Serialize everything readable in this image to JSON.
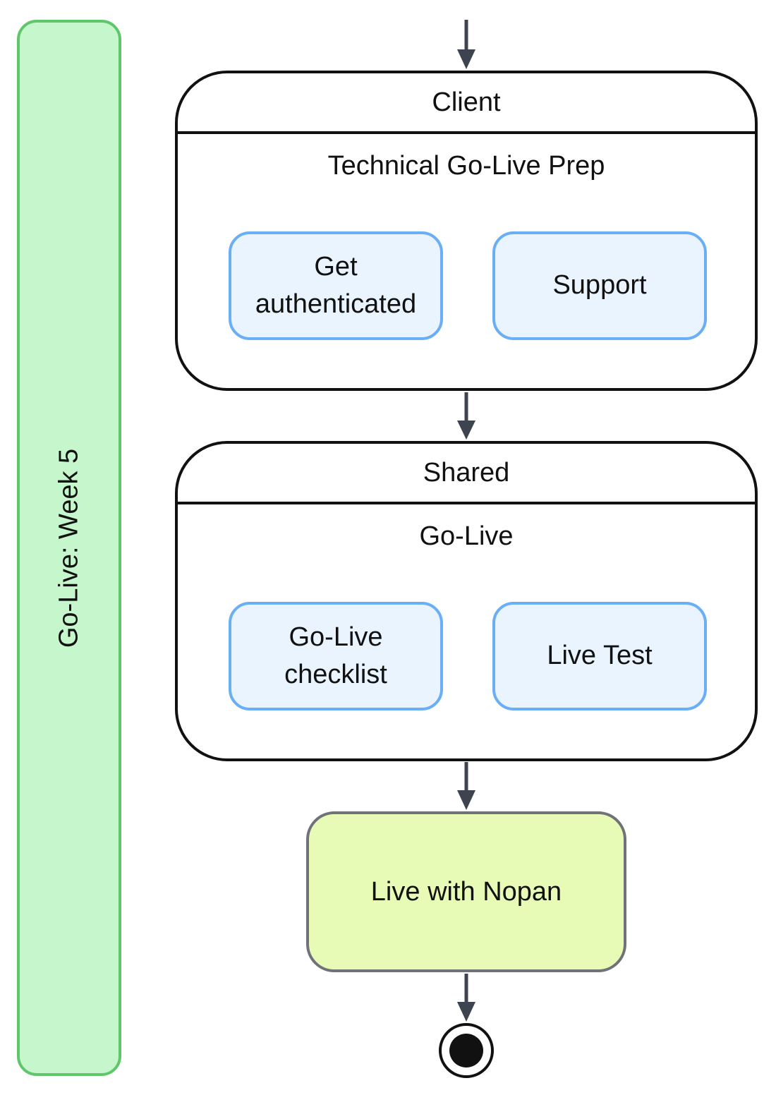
{
  "lane": {
    "label": "Go-Live: Week 5"
  },
  "groups": [
    {
      "title": "Client",
      "subtitle": "Technical Go-Live Prep",
      "tasks": [
        {
          "lines": [
            "Get",
            "authenticated"
          ]
        },
        {
          "lines": [
            "Support"
          ]
        }
      ]
    },
    {
      "title": "Shared",
      "subtitle": "Go-Live",
      "tasks": [
        {
          "lines": [
            "Go-Live",
            "checklist"
          ]
        },
        {
          "lines": [
            "Live Test"
          ]
        }
      ]
    }
  ],
  "final_step": {
    "label": "Live with Nopan"
  },
  "colors": {
    "lane_fill": "#c6f6cc",
    "lane_border": "#5fc769",
    "task_fill": "#eaf4ff",
    "task_border": "#6aaef5",
    "final_fill": "#e8fbb6",
    "final_border": "#6f7379",
    "arrow": "#3d4450",
    "outline": "#111111"
  }
}
